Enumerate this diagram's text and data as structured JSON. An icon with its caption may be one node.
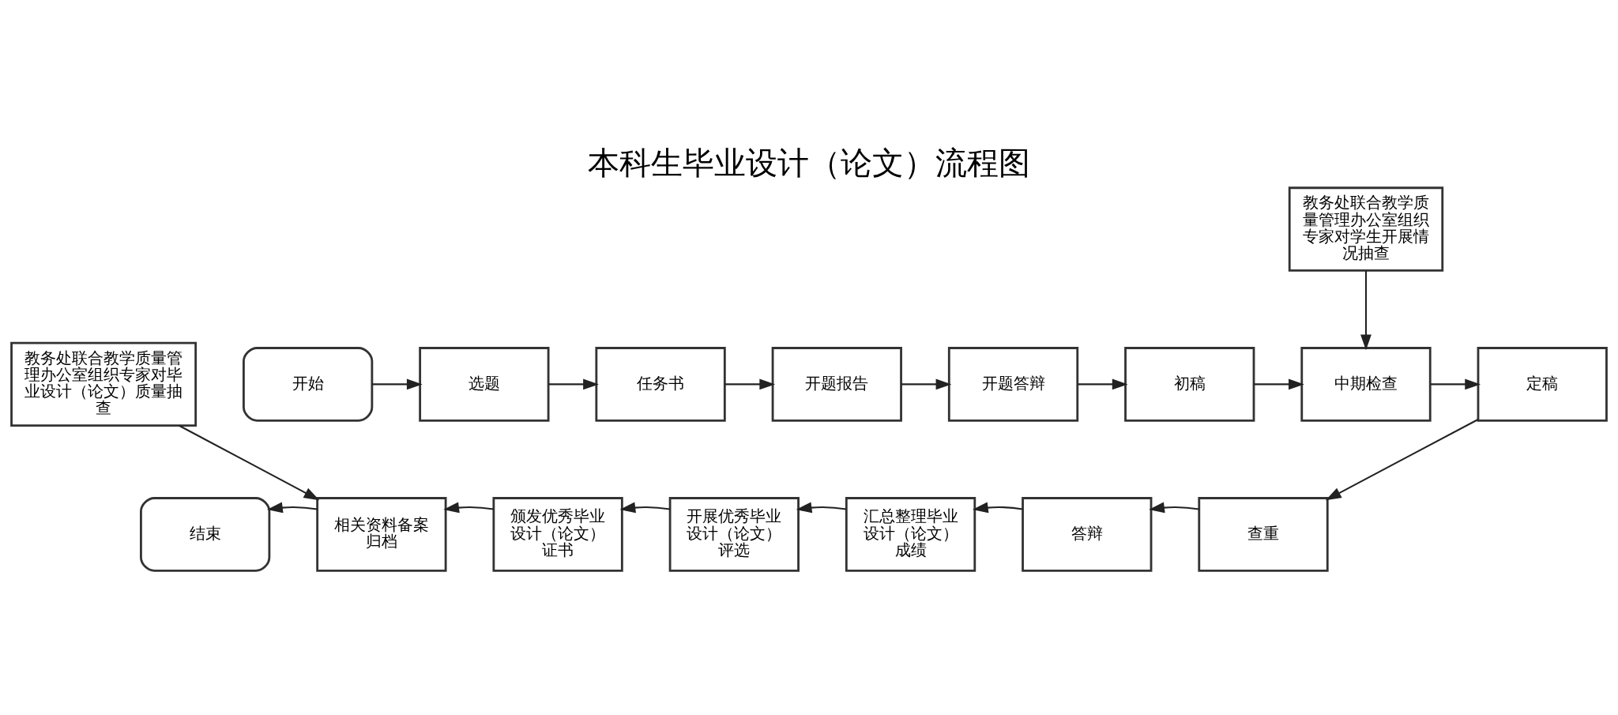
{
  "diagram": {
    "title": "本科生毕业设计（论文）流程图",
    "nodes": [
      {
        "text": [
          "教务处联合教学质量管理办公室组织专家对学生开展情况抽查"
        ]
      },
      {
        "text": [
          "开始"
        ]
      },
      {
        "text": [
          "选题"
        ]
      },
      {
        "text": [
          "任务书"
        ]
      },
      {
        "text": [
          "开题报告"
        ]
      },
      {
        "text": [
          "开题答辩"
        ]
      },
      {
        "text": [
          "初稿"
        ]
      },
      {
        "text": [
          "中期检查"
        ]
      },
      {
        "text": [
          "定稿"
        ]
      },
      {
        "text": [
          "结束"
        ]
      },
      {
        "text": [
          "相关资料备案归档"
        ]
      },
      {
        "text": [
          "颁发优秀毕业设计（论文）证书"
        ]
      },
      {
        "text": [
          "开展优秀毕业设计（论文）评选"
        ]
      },
      {
        "text": [
          "汇总整理毕业设计（论文）成绩"
        ]
      },
      {
        "text": [
          "答辩"
        ]
      },
      {
        "text": [
          "查重"
        ]
      },
      {
        "text": [
          "教务处联合教学质量管理办公室组织专家对毕业设计（论文）质量抽查"
        ]
      }
    ],
    "edges": [
      {
        "from": 1,
        "to": 2,
        "arrow": "to"
      },
      {
        "from": 2,
        "to": 3,
        "arrow": "to"
      },
      {
        "from": 3,
        "to": 4,
        "arrow": "to"
      },
      {
        "from": 4,
        "to": 5,
        "arrow": "to"
      },
      {
        "from": 5,
        "to": 6,
        "arrow": "to"
      },
      {
        "from": 6,
        "to": 7,
        "arrow": "to"
      },
      {
        "from": 0,
        "to": 7,
        "arrow": "to"
      },
      {
        "from": 7,
        "to": 8,
        "arrow": "to"
      },
      {
        "from": 8,
        "to": 15,
        "arrow": "to"
      },
      {
        "from": 15,
        "to": 14,
        "arrow": "to"
      },
      {
        "from": 14,
        "to": 13,
        "arrow": "to"
      },
      {
        "from": 13,
        "to": 12,
        "arrow": "to"
      },
      {
        "from": 12,
        "to": 11,
        "arrow": "to"
      },
      {
        "from": 11,
        "to": 10,
        "arrow": "to"
      },
      {
        "from": 10,
        "to": 9,
        "arrow": "to"
      },
      {
        "from": 16,
        "to": 10,
        "arrow": "to"
      }
    ]
  }
}
